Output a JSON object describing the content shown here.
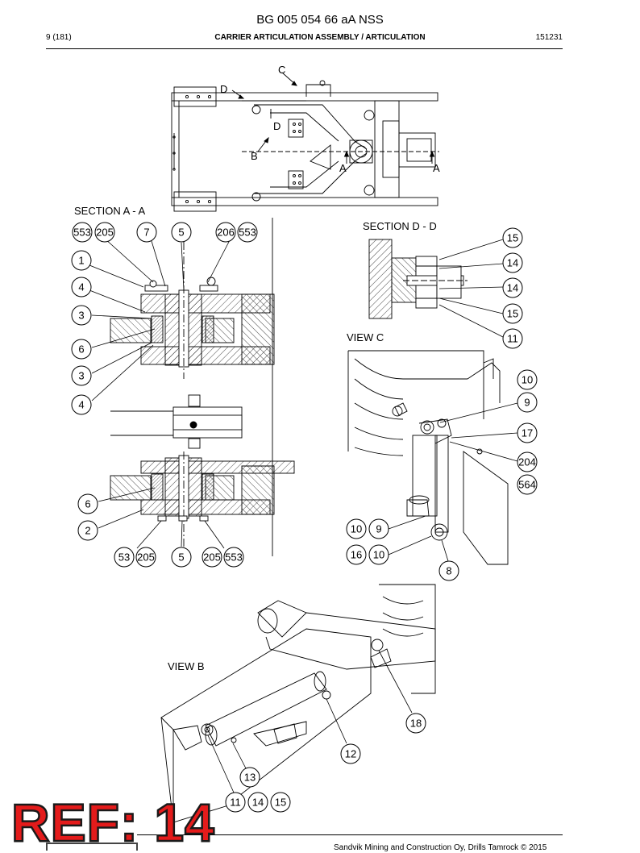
{
  "header": {
    "doc_number": "BG 005 054 66 aA NSS",
    "page": "9 (181)",
    "title": "CARRIER ARTICULATION ASSEMBLY / ARTICULATION",
    "date": "151231"
  },
  "views": {
    "section_aa": "SECTION A - A",
    "section_dd": "SECTION D - D",
    "view_c": "VIEW C",
    "view_b": "VIEW B"
  },
  "markers": {
    "c": "C",
    "d1": "D",
    "d2": "D",
    "b": "B",
    "a1": "A",
    "a2": "A"
  },
  "callouts": {
    "sa_553_top": "553",
    "sa_205_top": "205",
    "sa_7": "7",
    "sa_5_top": "5",
    "sa_206_top": "206",
    "sa_553_top2": "553",
    "sa_1": "1",
    "sa_4a": "4",
    "sa_3a": "3",
    "sa_6a": "6",
    "sa_3b": "3",
    "sa_4b": "4",
    "sa_6b": "6",
    "sa_2": "2",
    "sa_53_bot": "53",
    "sa_205_bot": "205",
    "sa_5_bot": "5",
    "sa_205_bot2": "205",
    "sa_553_bot": "553",
    "dd_15a": "15",
    "dd_14a": "14",
    "dd_14b": "14",
    "dd_15b": "15",
    "dd_11": "11",
    "vc_10a": "10",
    "vc_9a": "9",
    "vc_17": "17",
    "vc_204": "204",
    "vc_564": "564",
    "vc_10b": "10",
    "vc_9b": "9",
    "vc_16": "16",
    "vc_10c": "10",
    "vc_8": "8",
    "vb_18": "18",
    "vb_12": "12",
    "vb_13": "13",
    "vb_11": "11",
    "vb_14": "14",
    "vb_15": "15"
  },
  "footer": {
    "copyright": "Sandvik Mining and Construction Oy, Drills Tamrock © 2015",
    "ref": "REF: 14"
  }
}
